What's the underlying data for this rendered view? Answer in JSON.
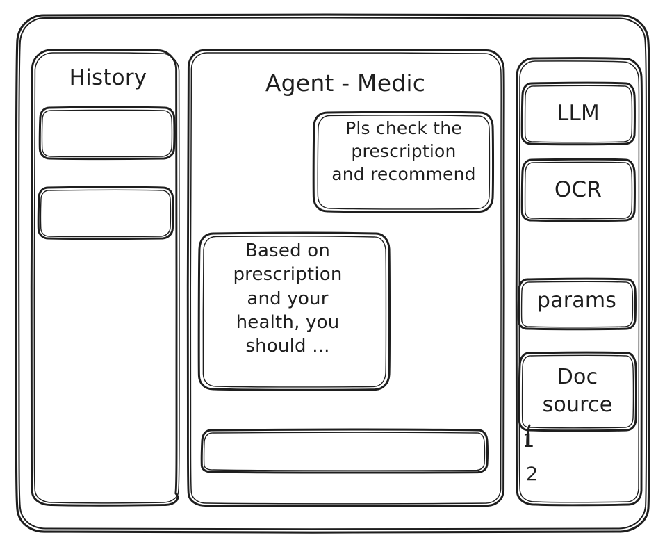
{
  "window": {
    "name": "agent-app-window",
    "background": "#ffffff",
    "stroke_color": "#1e1e1e",
    "style": "hand-drawn-wireframe"
  },
  "sidebar_left": {
    "title": "History",
    "items": [
      {
        "label": "",
        "name": "history-item-1"
      },
      {
        "label": "",
        "name": "history-item-2"
      }
    ]
  },
  "main": {
    "title": "Agent - Medic",
    "messages": [
      {
        "role": "user",
        "align": "right",
        "text": "Pls check the\nprescription\nand recommend"
      },
      {
        "role": "assistant",
        "align": "left",
        "text": "Based on\nprescription\nand your\nhealth, you\nshould ..."
      }
    ],
    "composer": {
      "value": "",
      "placeholder": ""
    }
  },
  "sidebar_right": {
    "tools": [
      {
        "label": "LLM",
        "name": "tool-llm"
      },
      {
        "label": "OCR",
        "name": "tool-ocr"
      }
    ],
    "settings": [
      {
        "label": "params",
        "name": "tool-params"
      }
    ],
    "doc_source": {
      "label": "Doc\nsource",
      "entries": [
        "1",
        "2"
      ]
    }
  }
}
